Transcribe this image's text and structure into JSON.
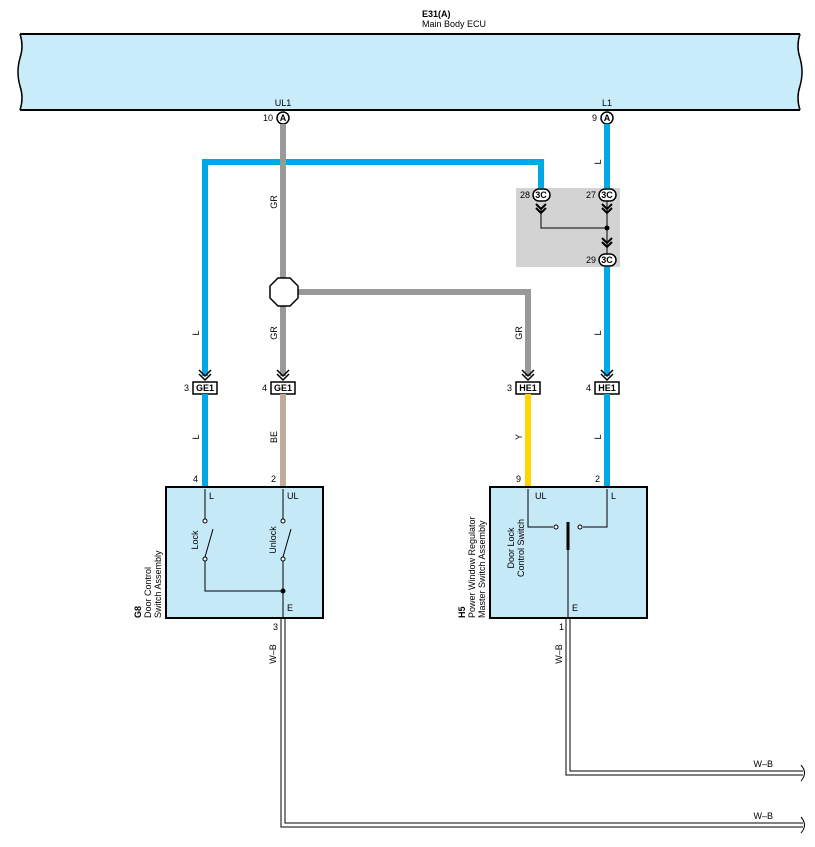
{
  "ecu": {
    "code": "E31(A)",
    "name": "Main Body ECU",
    "pins": {
      "ul1": "UL1",
      "l1": "L1"
    }
  },
  "pins": {
    "p10": "10",
    "p9": "9",
    "p28": "28",
    "p27": "27",
    "p29": "29",
    "p3a": "3",
    "p4a": "4",
    "p3b": "3",
    "p4b": "4",
    "g8_4": "4",
    "g8_2": "2",
    "h5_9": "9",
    "h5_2": "2",
    "g8_3": "3",
    "h5_1": "1"
  },
  "connectors": {
    "a": "A",
    "c3": "3C",
    "ge1": "GE1",
    "he1": "HE1"
  },
  "wires": {
    "l": "L",
    "gr": "GR",
    "be": "BE",
    "y": "Y",
    "wb": "W–B"
  },
  "g8": {
    "code": "G8",
    "name1": "Door Control",
    "name2": "Switch Assembly",
    "term_l": "L",
    "term_ul": "UL",
    "term_e": "E",
    "sw_lock": "Lock",
    "sw_unlock": "Unlock"
  },
  "h5": {
    "code": "H5",
    "name1": "Power Window Regulator",
    "name2": "Master Switch Assembly",
    "term_ul": "UL",
    "term_l": "L",
    "term_e": "E",
    "sw1": "Door Lock",
    "sw2": "Control Switch"
  },
  "ground": {
    "label1": "W–B",
    "label2": "W–B"
  },
  "colors": {
    "ecu_fill": "#c8ecfa",
    "wire_blue": "#00a8e6",
    "wire_gray": "#999999",
    "wire_beige": "#bdad9a",
    "wire_yellow": "#ffd400",
    "comp_fill": "#c6e9f7",
    "junction_fill": "#d3d3d3"
  }
}
